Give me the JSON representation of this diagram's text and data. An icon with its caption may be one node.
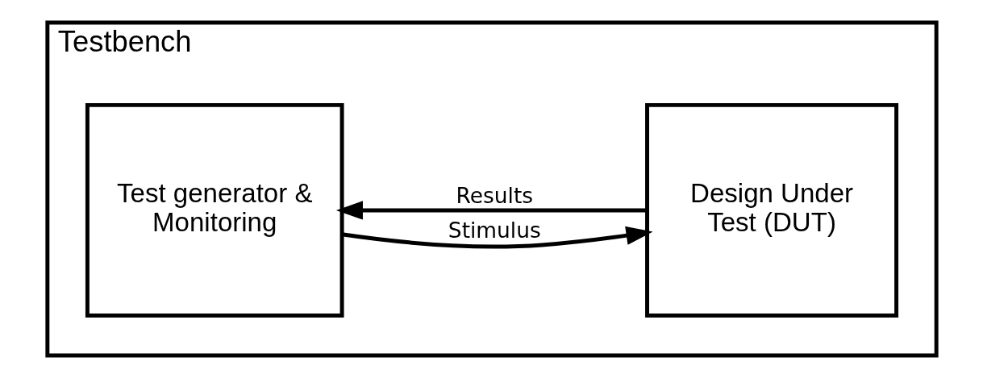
{
  "diagram": {
    "nodes": [
      {
        "text": [
          "Testbench"
        ]
      },
      {
        "text": [
          "Test generator & Monitoring"
        ],
        "in": 0
      },
      {
        "text": [
          "Design Under Test (DUT)"
        ],
        "in": 0
      }
    ],
    "edges": [
      {
        "from": 1,
        "to": 2,
        "arrow": "to",
        "label": "Stimulus"
      },
      {
        "from": 2,
        "to": 1,
        "arrow": "to",
        "label": "Results"
      }
    ]
  }
}
